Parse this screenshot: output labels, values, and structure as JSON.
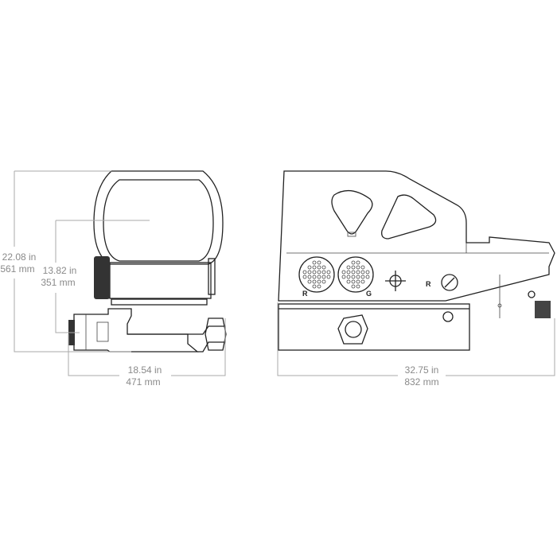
{
  "dimensions": {
    "overall_height": {
      "in": "22.08 in",
      "mm": "561 mm"
    },
    "window_height": {
      "in": "13.82 in",
      "mm": "351 mm"
    },
    "front_width": {
      "in": "18.54 in",
      "mm": "471 mm"
    },
    "side_length": {
      "in": "32.75 in",
      "mm": "832 mm"
    }
  },
  "side_view_markings": {
    "red_button": "R",
    "green_button": "G",
    "reticle_label": "R"
  },
  "colors": {
    "line": "#222222",
    "dimension": "#8a8a8a"
  }
}
